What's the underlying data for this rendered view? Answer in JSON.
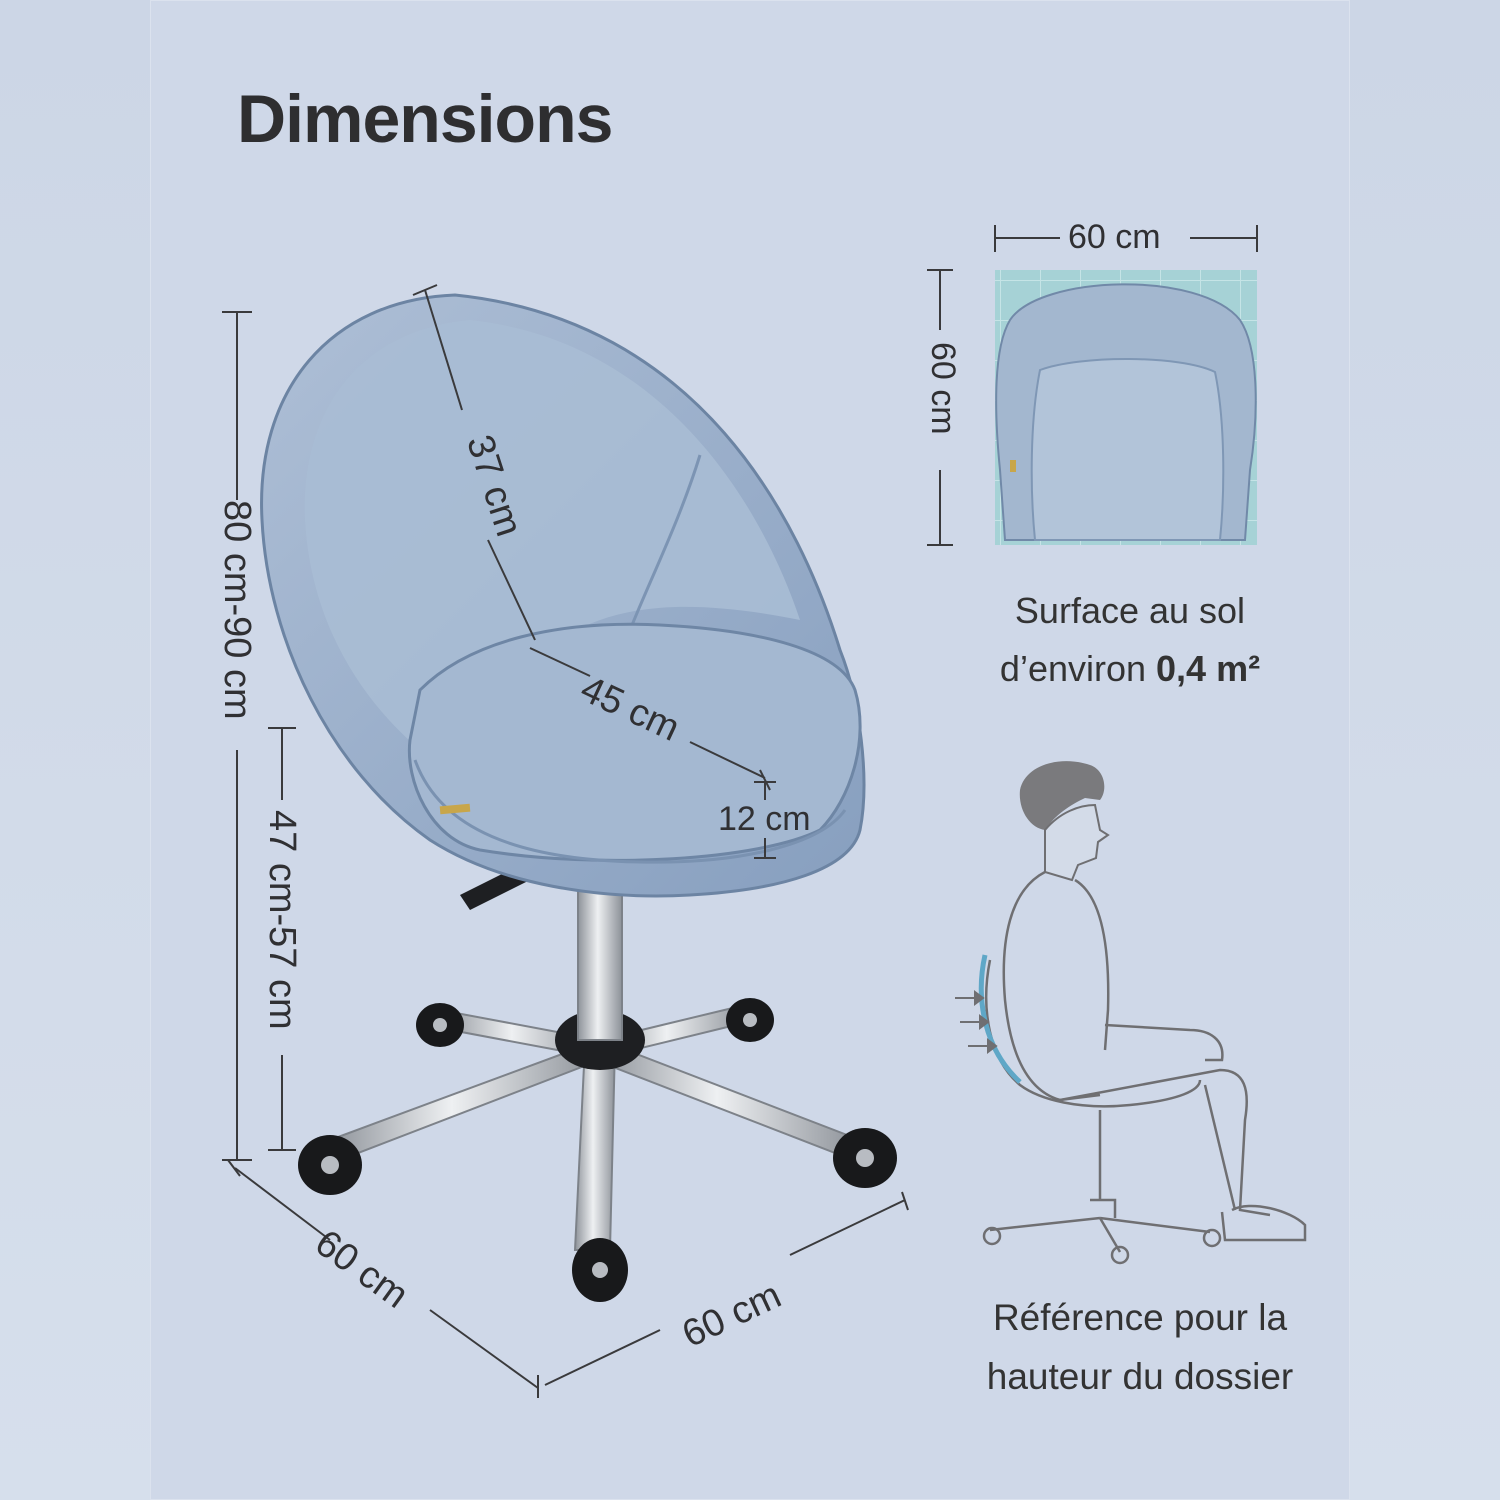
{
  "title": "Dimensions",
  "dimensions": {
    "total_height": "80 cm-90 cm",
    "seat_height": "47 cm-57 cm",
    "backrest": "37 cm",
    "seat_depth": "45 cm",
    "cushion": "12 cm",
    "base_left": "60 cm",
    "base_right": "60 cm",
    "top_width": "60 cm",
    "top_depth": "60 cm"
  },
  "floor_note": {
    "line1": "Surface au sol",
    "line2_prefix": "d’environ ",
    "line2_value": "0,4 m²"
  },
  "reference_note": {
    "line1": "Référence pour la",
    "line2": "hauteur du dossier"
  },
  "colors": {
    "background": "#cfd8e8",
    "fabric": "#9db3cd",
    "fabric_dark": "#7f97b5",
    "chrome": "#c9ccd1",
    "topview_bg": "#a8d3d6"
  }
}
